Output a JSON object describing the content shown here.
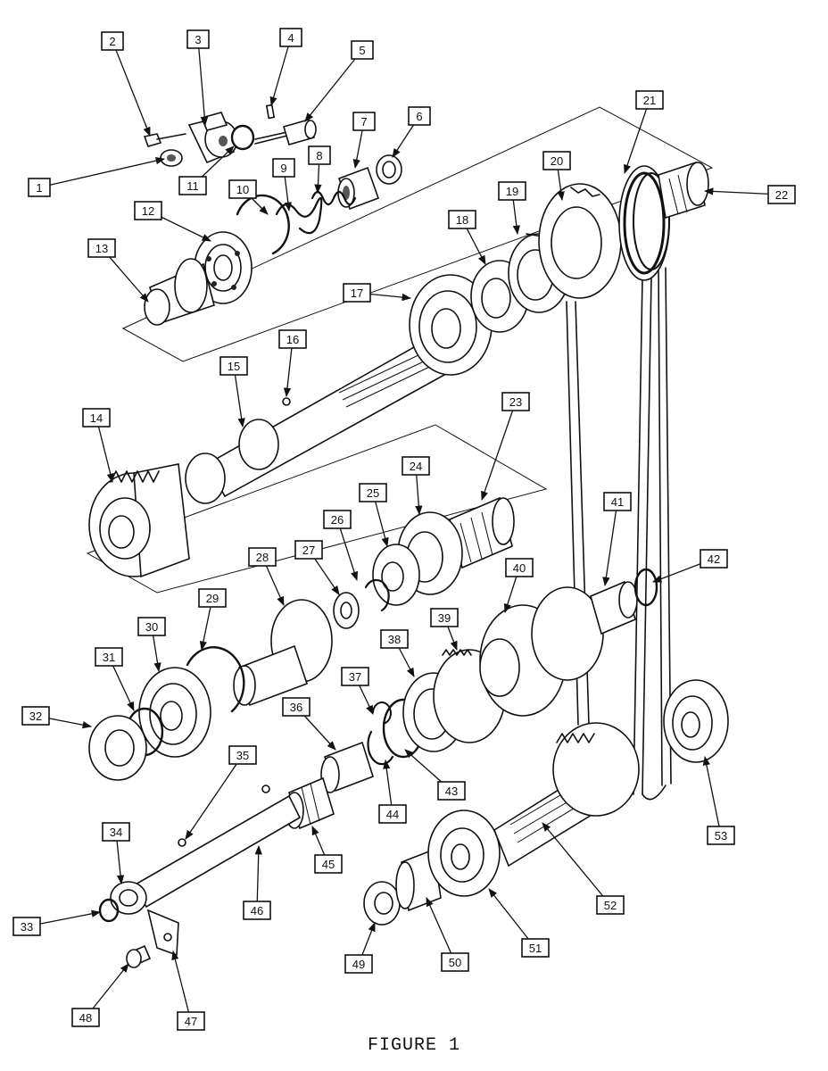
{
  "figure": {
    "caption": "FIGURE 1"
  },
  "callouts": [
    "1",
    "2",
    "3",
    "4",
    "5",
    "6",
    "7",
    "8",
    "9",
    "10",
    "11",
    "12",
    "13",
    "14",
    "15",
    "16",
    "17",
    "18",
    "19",
    "20",
    "21",
    "22",
    "23",
    "24",
    "25",
    "26",
    "27",
    "28",
    "29",
    "30",
    "31",
    "32",
    "33",
    "34",
    "35",
    "36",
    "37",
    "38",
    "39",
    "40",
    "41",
    "42",
    "43",
    "44",
    "45",
    "46",
    "47",
    "48",
    "49",
    "50",
    "51",
    "52",
    "53"
  ],
  "colors": {
    "ink": "#111111",
    "background": "#ffffff"
  }
}
